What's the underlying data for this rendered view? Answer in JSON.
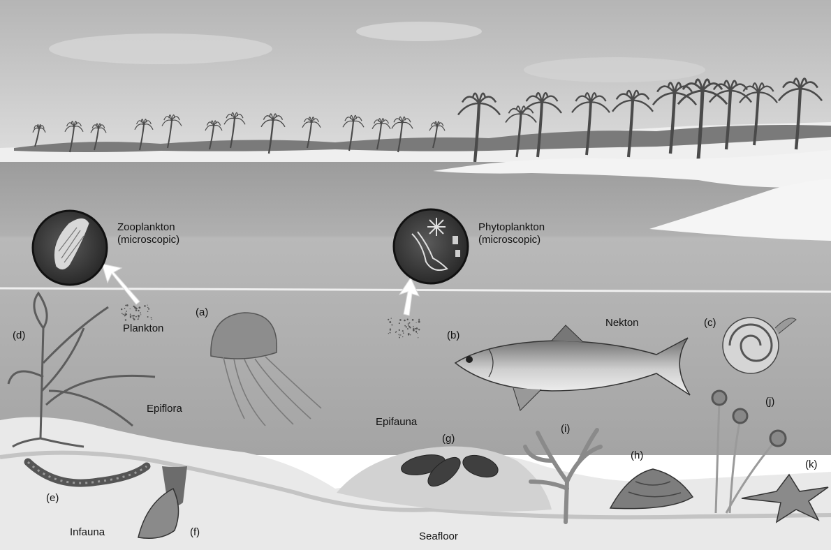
{
  "labels": {
    "zooplankton": "Zooplankton",
    "zooplankton_note": "(microscopic)",
    "phytoplankton": "Phytoplankton",
    "phytoplankton_note": "(microscopic)",
    "plankton": "Plankton",
    "nekton": "Nekton",
    "epiflora": "Epiflora",
    "epifauna": "Epifauna",
    "infauna": "Infauna",
    "seafloor": "Seafloor",
    "a": "(a)",
    "b": "(b)",
    "c": "(c)",
    "d": "(d)",
    "e": "(e)",
    "f": "(f)",
    "g": "(g)",
    "h": "(h)",
    "i": "(i)",
    "j": "(j)",
    "k": "(k)"
  },
  "colors": {
    "sky": "#c8c8c8",
    "water_surface": "#9a9a9a",
    "water_body": "#a6a6a6",
    "sand": "#e6e6e6",
    "organism": "#6e6e6e"
  }
}
